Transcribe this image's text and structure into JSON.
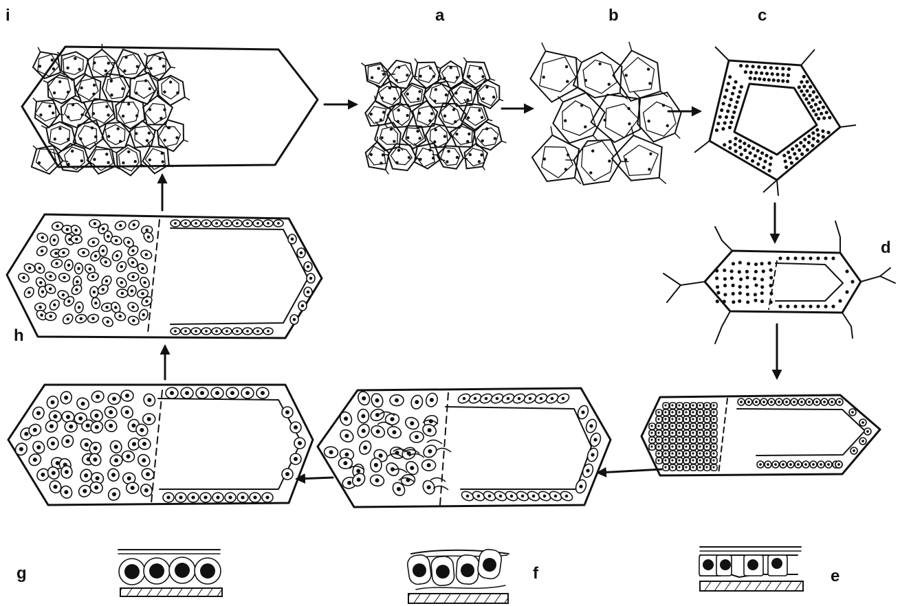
{
  "labels": {
    "a": "a",
    "b": "b",
    "c": "c",
    "d": "d",
    "e": "e",
    "f": "f",
    "g": "g",
    "h": "h",
    "i": "i"
  }
}
